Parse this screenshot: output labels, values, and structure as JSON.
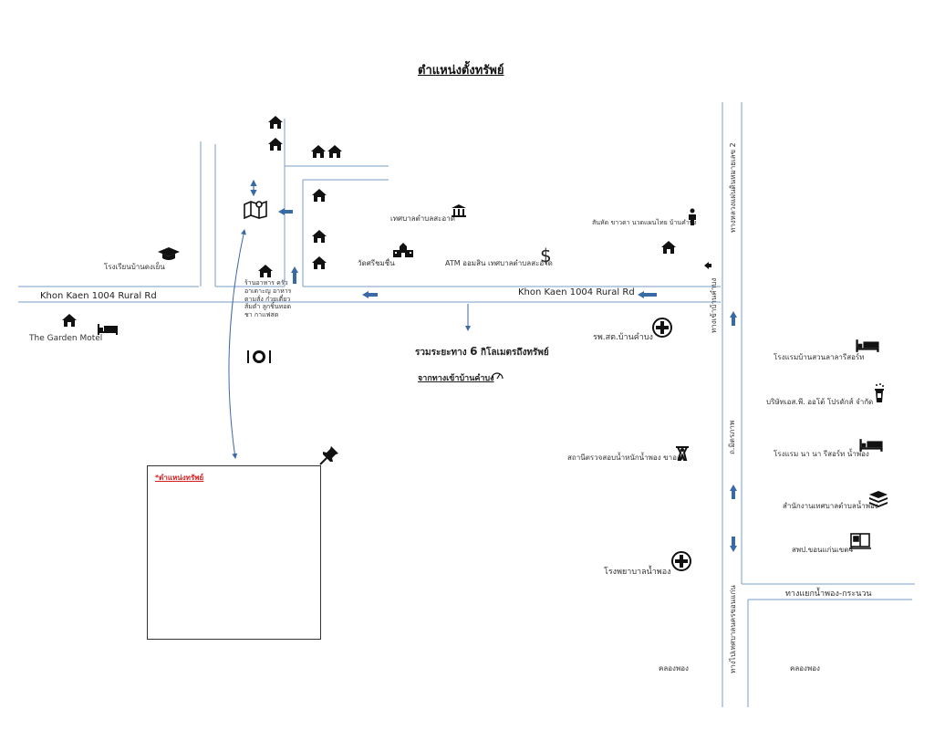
{
  "title": "ตำแหน่งตั้งทรัพย์",
  "roads": {
    "khon_kaen_left": "Khon Kaen 1004 Rural Rd",
    "khon_kaen_right": "Khon Kaen 1004 Rural Rd",
    "right_vertical_top": "ทางหลวงแผ่นดินหมายเลข 2",
    "right_vertical_mid": "ทางเข้าบ้านคำบง",
    "mittraphap": "ถ.มิตรภาพ",
    "bottom_vertical": "ทางไปเทศบาลนครขอนแก่น",
    "junction": "ทางแยกน้ำพอง-กระนวน"
  },
  "places": {
    "school": "โรงเรียนบ้านดงเย็น",
    "garden_motel": "The Garden Motel",
    "restaurant": "ร้านอาหาร ครัวอาเดาะญ อาหารตามสั่ง ก๋วยเตี๋ยว ส้มตำ ลูกชิ้นทอด ชา กาแฟสด",
    "municipality": "เทศบาลตำบลสะอาด",
    "temple": "วัดศรีชมชื่น",
    "atm": "ATM ออมสิน เทศบาลตำบลสะอาด",
    "cooperative": "สันหัด ขาวดา นวดแผนไทย บ้านคำบง",
    "hospital_small": "รพ.สต.บ้านคำบง",
    "resort_1": "โรงแรมบ้านสวนลาลารีสอร์ท",
    "company": "บริษัทเอส.พี. ออโต้ โปรดักส์ จำกัด",
    "resort_2": "โรงแรม นา นา รีสอร์ท น้ำพอง",
    "police_check": "สถานีตรวจสอบน้ำหนักน้ำพอง ขาออก",
    "admin_office": "สำนักงานเทศบาลตำบลน้ำพอง",
    "library": "สพป.ขอนแก่นเขต4",
    "hospital": "โรงพยาบาลน้ำพอง",
    "canal_left": "คลองพอง",
    "canal_right": "คลองพอง"
  },
  "distance": {
    "prefix": "รวมระยะทาง",
    "value": "6",
    "suffix": "กิโลเมตรถึงทรัพย์",
    "from": "จากทางเข้าบ้านคำบง"
  },
  "property_box": {
    "label": "*ตำแหน่งทรัพย์"
  },
  "colors": {
    "road_line": "#7a9cc8",
    "arrow": "#3a6aa5",
    "icon": "#111111",
    "property_label": "#d52020"
  }
}
